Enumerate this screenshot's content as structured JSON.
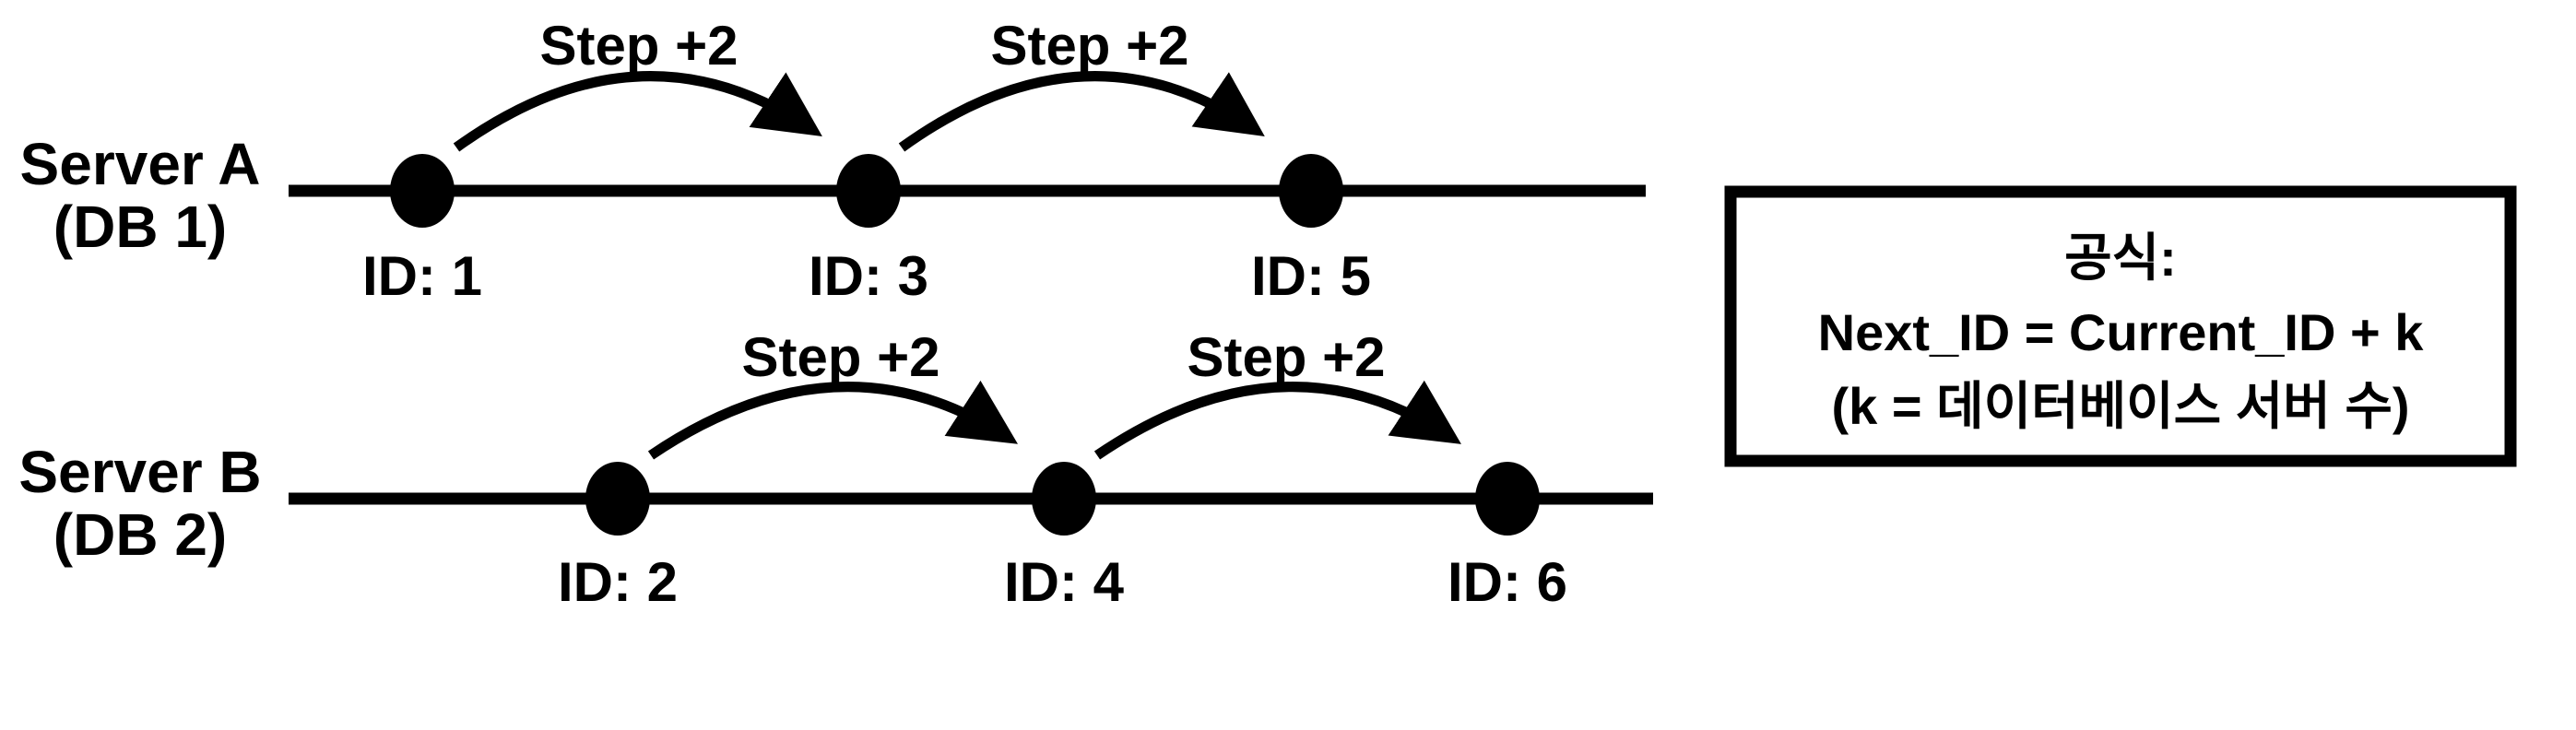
{
  "diagram": {
    "colors": {
      "ink": "#000000",
      "background": "#ffffff"
    },
    "servers": [
      {
        "label_line1": "Server A",
        "label_line2": "(DB 1)",
        "ids": [
          "ID: 1",
          "ID: 3",
          "ID: 5"
        ],
        "id_values": [
          1,
          3,
          5
        ],
        "step_labels": [
          "Step +2",
          "Step +2"
        ]
      },
      {
        "label_line1": "Server B",
        "label_line2": "(DB 2)",
        "ids": [
          "ID: 2",
          "ID: 4",
          "ID: 6"
        ],
        "id_values": [
          2,
          4,
          6
        ],
        "step_labels": [
          "Step +2",
          "Step +2"
        ]
      }
    ],
    "formula_box": {
      "title": "공식:",
      "formula": "Next_ID = Current_ID + k",
      "note": "(k = 데이터베이스 서버 수)"
    }
  }
}
